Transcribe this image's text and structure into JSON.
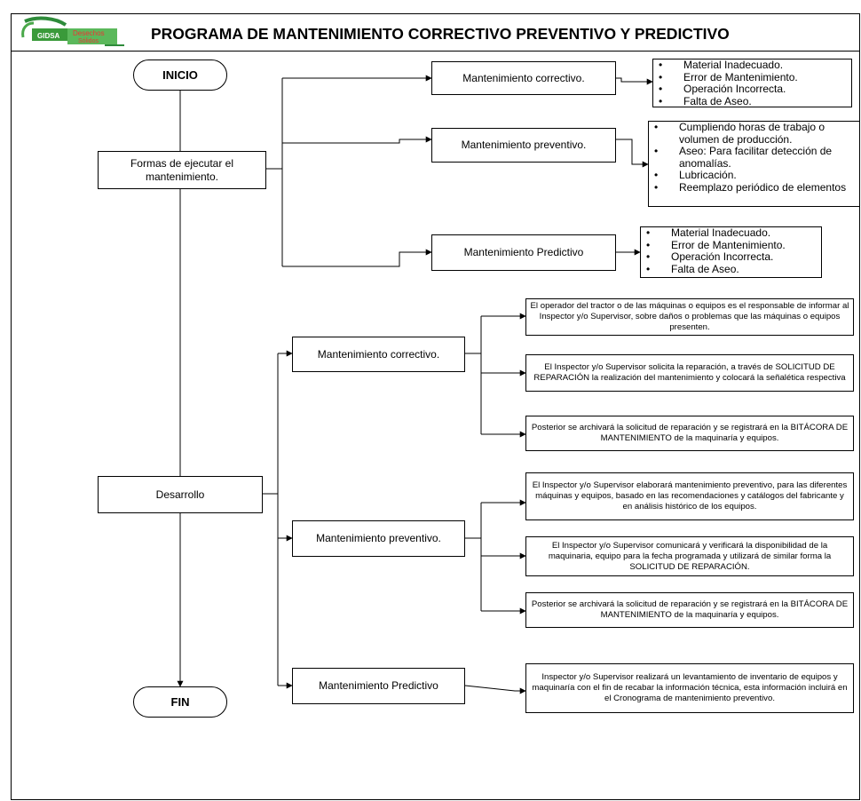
{
  "header": {
    "title": "PROGRAMA DE MANTENIMIENTO CORRECTIVO PREVENTIVO Y PREDICTIVO",
    "logo": {
      "brand": "GIDSA",
      "text1": "Desechos",
      "text2": "Sólidos"
    }
  },
  "flow": {
    "start": "INICIO",
    "end": "FIN",
    "formas": "Formas de ejecutar el mantenimiento.",
    "desarrollo": "Desarrollo"
  },
  "formas_branches": {
    "correctivo": {
      "label": "Mantenimiento correctivo.",
      "items": [
        "Material Inadecuado.",
        "Error de Mantenimiento.",
        "Operación Incorrecta.",
        "Falta de Aseo."
      ]
    },
    "preventivo": {
      "label": "Mantenimiento preventivo.",
      "items": [
        "Cumpliendo horas de trabajo o volumen de producción.",
        "Aseo: Para facilitar detección de anomalías.",
        "Lubricación.",
        "Reemplazo periódico de elementos"
      ]
    },
    "predictivo": {
      "label": "Mantenimiento Predictivo",
      "items": [
        "Material Inadecuado.",
        "Error de Mantenimiento.",
        "Operación Incorrecta.",
        "Falta de Aseo."
      ]
    }
  },
  "desarrollo_branches": {
    "correctivo": {
      "label": "Mantenimiento correctivo.",
      "steps": [
        "El operador del tractor o de las máquinas o equipos es el responsable de informar al Inspector y/o Supervisor, sobre daños o problemas que las máquinas o equipos  presenten.",
        "El Inspector y/o Supervisor solicita la reparación, a través de SOLICITUD DE REPARACIÓN la realización del mantenimiento y colocará la señalética respectiva",
        "Posterior se archivará la solicitud de reparación y se registrará en la BITÁCORA DE MANTENIMIENTO de la maquinaría y equipos."
      ]
    },
    "preventivo": {
      "label": "Mantenimiento preventivo.",
      "steps": [
        "El Inspector y/o Supervisor elaborará mantenimiento preventivo, para las diferentes máquinas y equipos, basado en las recomendaciones y catálogos del fabricante y en  análisis histórico de los equipos.",
        "El Inspector y/o Supervisor comunicará y verificará la disponibilidad de la maquinaria, equipo para la fecha programada y utilizará de similar forma  la SOLICITUD DE REPARACIÓN.",
        "Posterior se archivará la solicitud de reparación y se registrará en la BITÁCORA DE MANTENIMIENTO de la maquinaría y equipos."
      ]
    },
    "predictivo": {
      "label": "Mantenimiento Predictivo",
      "steps": [
        "Inspector y/o Supervisor realizará un levantamiento de inventario de equipos y maquinaría con el fin de recabar la información técnica, esta información incluirá en el Cronograma de mantenimiento preventivo."
      ]
    }
  }
}
